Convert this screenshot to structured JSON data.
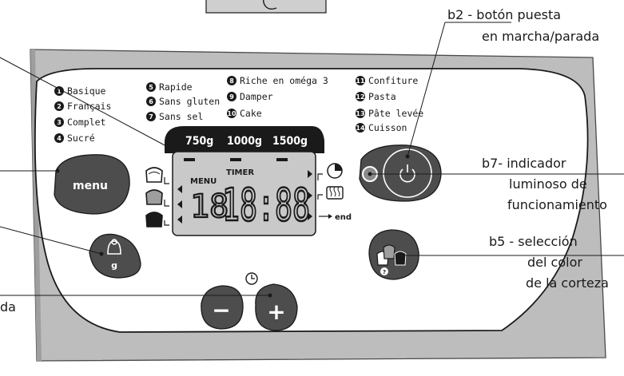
{
  "programs": [
    {
      "num": "1",
      "label": "Basique"
    },
    {
      "num": "2",
      "label": "Français"
    },
    {
      "num": "3",
      "label": "Complet"
    },
    {
      "num": "4",
      "label": "Sucré"
    },
    {
      "num": "5",
      "label": "Rapide"
    },
    {
      "num": "6",
      "label": "Sans gluten"
    },
    {
      "num": "7",
      "label": "Sans sel"
    },
    {
      "num": "8",
      "label": "Riche en oméga 3"
    },
    {
      "num": "9",
      "label": "Damper"
    },
    {
      "num": "10",
      "label": "Cake"
    },
    {
      "num": "11",
      "label": "Confiture"
    },
    {
      "num": "12",
      "label": "Pasta"
    },
    {
      "num": "13",
      "label": "Pâte levée"
    },
    {
      "num": "14",
      "label": "Cuisson"
    }
  ],
  "weights": [
    "750g",
    "1000g",
    "1500g"
  ],
  "display": {
    "menu_label": "MENU",
    "timer_label": "TIMER",
    "program_digits": "18",
    "time_digits": "18:88",
    "end_label": "end"
  },
  "buttons": {
    "menu": "menu",
    "weight_unit": "g",
    "minus": "−",
    "plus": "+",
    "crust_help": "?"
  },
  "callouts": {
    "b2_line1": "b2 - botón puesta",
    "b2_line2": "en marcha/parada",
    "b7_line1": "b7- indicador",
    "b7_line2": "luminoso de",
    "b7_line3": "funcionamiento",
    "b5_line1": "b5 - selección",
    "b5_line2": "del color",
    "b5_line3": "de la corteza",
    "left_partial": "da"
  },
  "colors": {
    "panel_grey": "#bdbdbd",
    "button_dark": "#4d4d4d",
    "lcd_grey": "#c9c9c9",
    "ink": "#1a1a1a"
  }
}
